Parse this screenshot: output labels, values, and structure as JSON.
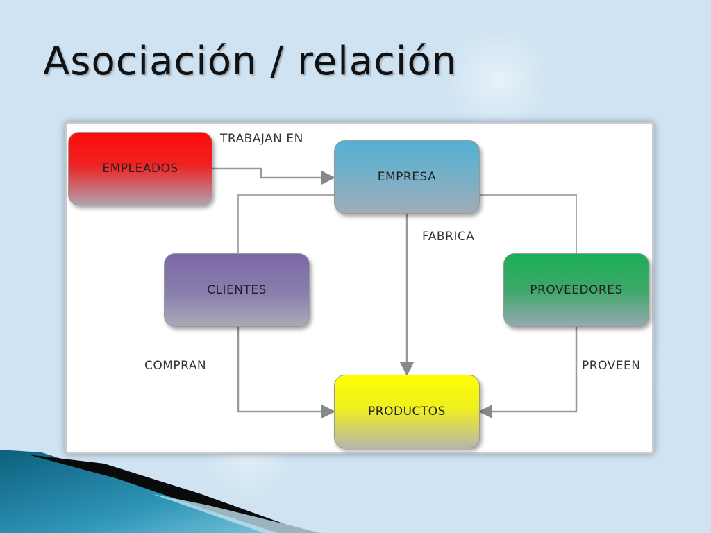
{
  "slide": {
    "title": "Asociación / relación"
  },
  "diagram": {
    "nodes": {
      "empleados": "EMPLEADOS",
      "empresa": "EMPRESA",
      "clientes": "CLIENTES",
      "proveedores": "PROVEEDORES",
      "productos": "PRODUCTOS"
    },
    "edges": {
      "trabajan_en": "TRABAJAN EN",
      "fabrica": "FABRICA",
      "compran": "COMPRAN",
      "proveen": "PROVEEN"
    }
  },
  "colors": {
    "empleados": "#ff0a0a",
    "empresa": "#53b1d2",
    "clientes": "#7b67a6",
    "proveedores": "#1aaf54",
    "productos": "#ffff00",
    "connector": "#999999"
  }
}
